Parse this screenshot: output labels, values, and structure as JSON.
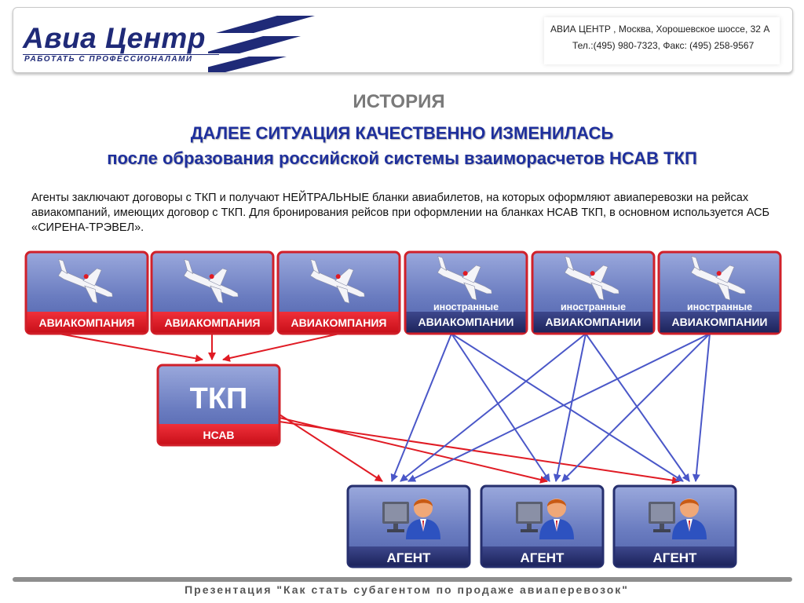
{
  "header": {
    "logo_main": "Авиа Центр",
    "logo_tagline": "РАБОТАТЬ С ПРОФЕССИОНАЛАМИ",
    "contact_line1": "АВИА ЦЕНТР , Москва, Хорошевское шоссе, 32 А",
    "contact_line2": "Тел.:(495) 980-7323, Факс: (495) 258-9567"
  },
  "title": "ИСТОРИЯ",
  "subtitle_line1": "ДАЛЕЕ СИТУАЦИЯ КАЧЕСТВЕННО ИЗМЕНИЛАСЬ",
  "subtitle_line2": "после образования российской системы взаиморасчетов НСАВ ТКП",
  "body_text": "Агенты заключают договоры с ТКП и получают НЕЙТРАЛЬНЫЕ  бланки авиабилетов, на которых оформляют авиаперевозки на рейсах авиакомпаний, имеющих договор с ТКП. Для бронирования рейсов при оформлении на бланках НСАВ ТКП, в основном используется АСБ «СИРЕНА-ТРЭВЕЛ».",
  "diagram": {
    "airlines": [
      {
        "label": "АВИАКОМПАНИЯ"
      },
      {
        "label": "АВИАКОМПАНИЯ"
      },
      {
        "label": "АВИАКОМПАНИЯ"
      }
    ],
    "foreign_airlines": [
      {
        "line1": "иностранные",
        "line2": "АВИАКОМПАНИИ"
      },
      {
        "line1": "иностранные",
        "line2": "АВИАКОМПАНИИ"
      },
      {
        "line1": "иностранные",
        "line2": "АВИАКОМПАНИИ"
      }
    ],
    "tkp": {
      "main": "ТКП",
      "sub": "НСАВ"
    },
    "agents": [
      {
        "label": "АГЕНТ"
      },
      {
        "label": "АГЕНТ"
      },
      {
        "label": "АГЕНТ"
      }
    ],
    "colors": {
      "red": "#e01b24",
      "blue": "#4a57c8",
      "box_blue": "#6f80c2",
      "box_navy": "#262f6e"
    }
  },
  "footer": "Презентация \"Как стать субагентом по продаже авиаперевозок\""
}
